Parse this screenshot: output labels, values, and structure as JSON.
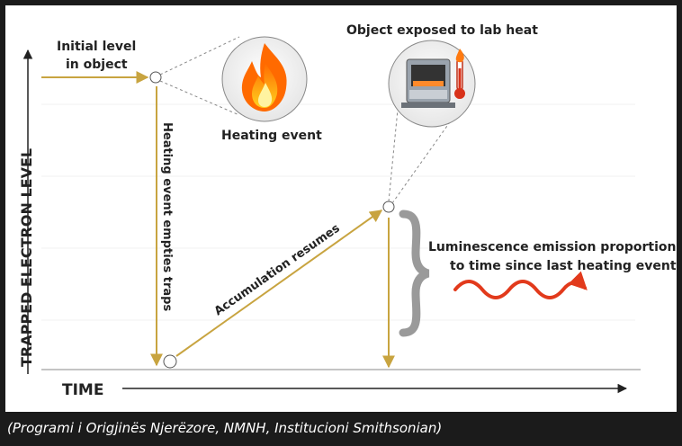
{
  "axes": {
    "y_label": "TRAPPED ELECTRON LEVEL",
    "x_label": "TIME"
  },
  "labels": {
    "initial_level_line1": "Initial level",
    "initial_level_line2": "in object",
    "heating_event": "Heating event",
    "heating_empties_traps": "Heating event empties traps",
    "lab_heat": "Object exposed to lab heat",
    "accumulation": "Accumulation resumes",
    "emission_line1": "Luminescence emission proportional",
    "emission_line2": "to time since last heating event"
  },
  "caption": "(Programi i Origjinës Njerëzore, NMNH, Institucioni Smithsonian)",
  "colors": {
    "trace": "#c8a440",
    "axis": "#222222",
    "brace": "#9a9a9a",
    "wave": "#e23a1c",
    "frame": "#1b1b1b"
  },
  "icons": [
    "fire-icon",
    "oven-icon",
    "thermometer-icon",
    "wave-icon"
  ]
}
